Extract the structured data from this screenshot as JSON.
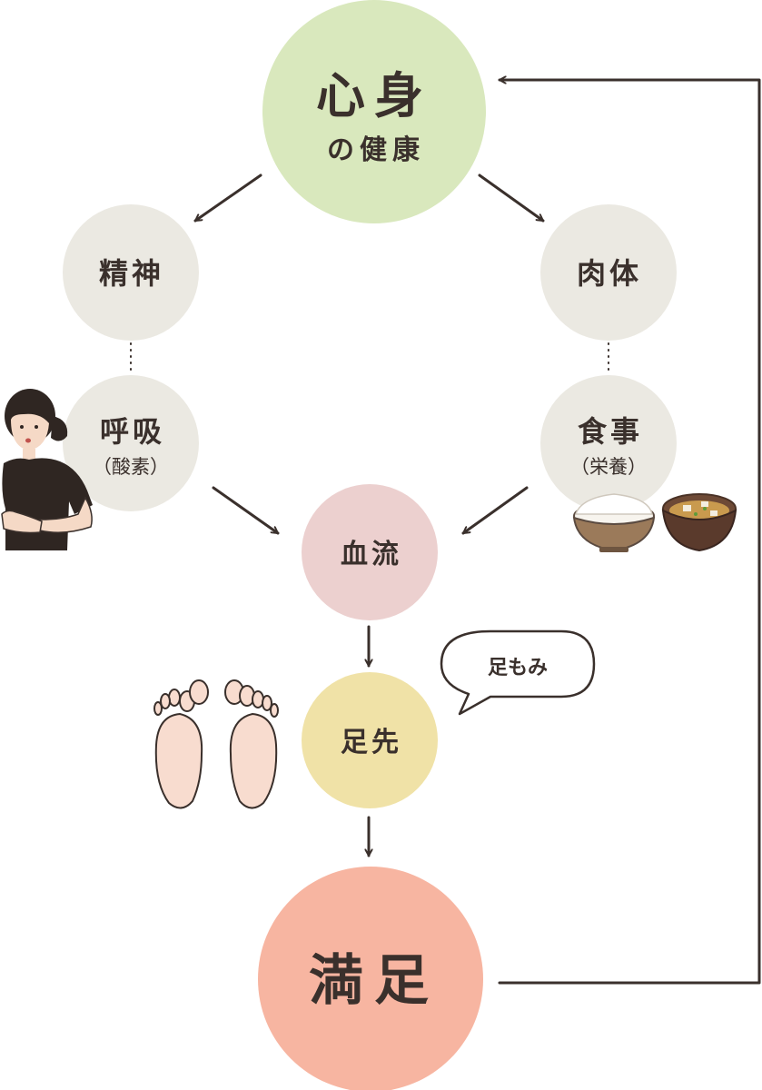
{
  "nodes": {
    "top": {
      "title": "心身",
      "subtitle": "の健康",
      "color": "#d9e8bd"
    },
    "mind": {
      "label": "精神",
      "color": "#ebe9e2"
    },
    "body": {
      "label": "肉体",
      "color": "#ebe9e2"
    },
    "breath": {
      "label": "呼吸",
      "sub": "（酸素）",
      "color": "#ebe9e2"
    },
    "food": {
      "label": "食事",
      "sub": "（栄養）",
      "color": "#ebe9e2"
    },
    "blood": {
      "label": "血流",
      "color": "#ecd0cf"
    },
    "feet": {
      "label": "足先",
      "color": "#f0e2a7"
    },
    "satisfaction": {
      "label": "満足",
      "color": "#f7b5a1"
    }
  },
  "bubble": {
    "label": "足もみ"
  },
  "colors": {
    "line": "#3a302c",
    "text": "#3a302c"
  },
  "icons": [
    "woman-breathing-icon",
    "rice-bowl-icon",
    "miso-soup-icon",
    "feet-soles-icon"
  ]
}
